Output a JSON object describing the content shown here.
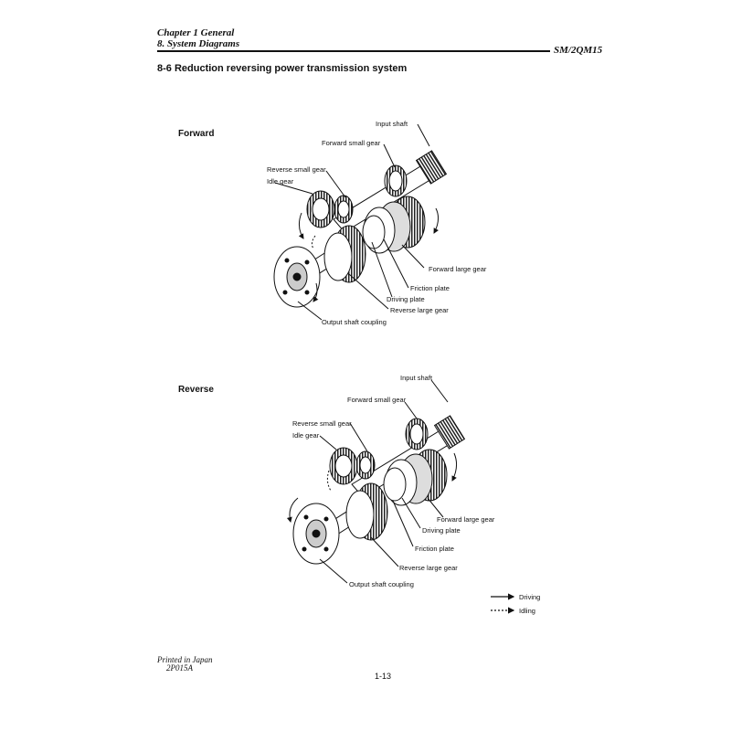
{
  "header": {
    "chapter": "Chapter 1 General",
    "section": "8. System Diagrams",
    "model": "SM/2QM15"
  },
  "section_title": "8-6 Reduction reversing power transmission system",
  "forward": {
    "title": "Forward",
    "labels": {
      "input_shaft": "Input shaft",
      "forward_small_gear": "Forward small gear",
      "reverse_small_gear": "Reverse small gear",
      "idle_gear": "Idle gear",
      "forward_large_gear": "Forward large gear",
      "friction_plate": "Friction plate",
      "driving_plate": "Driving plate",
      "reverse_large_gear": "Reverse large gear",
      "output_shaft_coupling": "Output shaft coupling"
    }
  },
  "reverse": {
    "title": "Reverse",
    "labels": {
      "input_shaft": "Input shaft",
      "forward_small_gear": "Forward small gear",
      "reverse_small_gear": "Reverse small gear",
      "idle_gear": "Idle gear",
      "forward_large_gear": "Forward large gear",
      "driving_plate": "Driving plate",
      "friction_plate": "Friction plate",
      "reverse_large_gear": "Reverse large gear",
      "output_shaft_coupling": "Output shaft coupling"
    }
  },
  "legend": {
    "driving": "Driving",
    "idling": "Idling"
  },
  "footer": {
    "printed": "Printed in Japan",
    "code": "2P015A",
    "page": "1-13"
  }
}
